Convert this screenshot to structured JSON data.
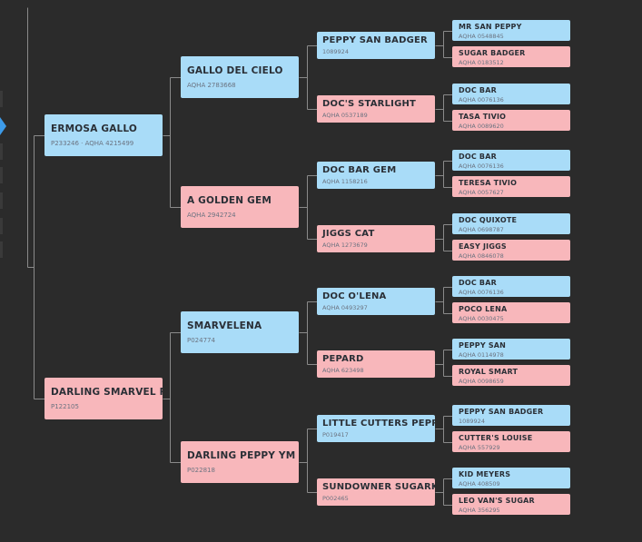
{
  "colors": {
    "background": "#2b2b2b",
    "male": "#a9dcf8",
    "female": "#f8b7bb",
    "line": "#8a8a8a",
    "accent": "#3d9be9"
  },
  "icons": {
    "expand": "chevron-right-icon"
  },
  "pedigree": {
    "s": {
      "sex": "m",
      "name": "ERMOSA GALLO",
      "reg": "P233246  ·  AQHA 4215499"
    },
    "d": {
      "sex": "f",
      "name": "DARLING SMARVEL RHF",
      "reg": "P122105"
    },
    "ss": {
      "sex": "m",
      "name": "GALLO DEL CIELO",
      "reg": "AQHA 2783668"
    },
    "sd": {
      "sex": "f",
      "name": "A GOLDEN GEM",
      "reg": "AQHA 2942724"
    },
    "ds": {
      "sex": "m",
      "name": "SMARVELENA",
      "reg": "P024774"
    },
    "dd": {
      "sex": "f",
      "name": "DARLING PEPPY YM",
      "reg": "P022818"
    },
    "sss": {
      "sex": "m",
      "name": "PEPPY SAN BADGER",
      "reg": "1089924"
    },
    "ssd": {
      "sex": "f",
      "name": "DOC'S STARLIGHT",
      "reg": "AQHA 0537189"
    },
    "sds": {
      "sex": "m",
      "name": "DOC BAR GEM",
      "reg": "AQHA 1158216"
    },
    "sdd": {
      "sex": "f",
      "name": "JIGGS CAT",
      "reg": "AQHA 1273679"
    },
    "dss": {
      "sex": "m",
      "name": "DOC O'LENA",
      "reg": "AQHA 0493297"
    },
    "dsd": {
      "sex": "f",
      "name": "PEPARD",
      "reg": "AQHA 623498"
    },
    "dds": {
      "sex": "m",
      "name": "LITTLE CUTTERS PEPPY",
      "reg": "P019417"
    },
    "ddd": {
      "sex": "f",
      "name": "SUNDOWNER SUGARKID",
      "reg": "P002465"
    },
    "ssss": {
      "sex": "m",
      "name": "MR SAN PEPPY",
      "reg": "AQHA 0548845"
    },
    "sssd": {
      "sex": "f",
      "name": "SUGAR BADGER",
      "reg": "AQHA 0183512"
    },
    "ssds": {
      "sex": "m",
      "name": "DOC BAR",
      "reg": "AQHA 0076136"
    },
    "ssdd": {
      "sex": "f",
      "name": "TASA TIVIO",
      "reg": "AQHA 0089620"
    },
    "sdss": {
      "sex": "m",
      "name": "DOC BAR",
      "reg": "AQHA 0076136"
    },
    "sdsd": {
      "sex": "f",
      "name": "TERESA TIVIO",
      "reg": "AQHA 0057627"
    },
    "sdds": {
      "sex": "m",
      "name": "DOC QUIXOTE",
      "reg": "AQHA 0698787"
    },
    "sddd": {
      "sex": "f",
      "name": "EASY JIGGS",
      "reg": "AQHA 0846078"
    },
    "dsss": {
      "sex": "m",
      "name": "DOC BAR",
      "reg": "AQHA 0076136"
    },
    "dssd": {
      "sex": "f",
      "name": "POCO LENA",
      "reg": "AQHA 0030475"
    },
    "dsds": {
      "sex": "m",
      "name": "PEPPY SAN",
      "reg": "AQHA 0114978"
    },
    "dsdd": {
      "sex": "f",
      "name": "ROYAL SMART",
      "reg": "AQHA 0098659"
    },
    "ddss": {
      "sex": "m",
      "name": "PEPPY SAN BADGER",
      "reg": "1089924"
    },
    "ddsd": {
      "sex": "f",
      "name": "CUTTER'S LOUISE",
      "reg": "AQHA 557929"
    },
    "ddds": {
      "sex": "m",
      "name": "KID MEYERS",
      "reg": "AQHA 408509"
    },
    "dddd": {
      "sex": "f",
      "name": "LEO VAN'S SUGAR",
      "reg": "AQHA 356295"
    }
  }
}
